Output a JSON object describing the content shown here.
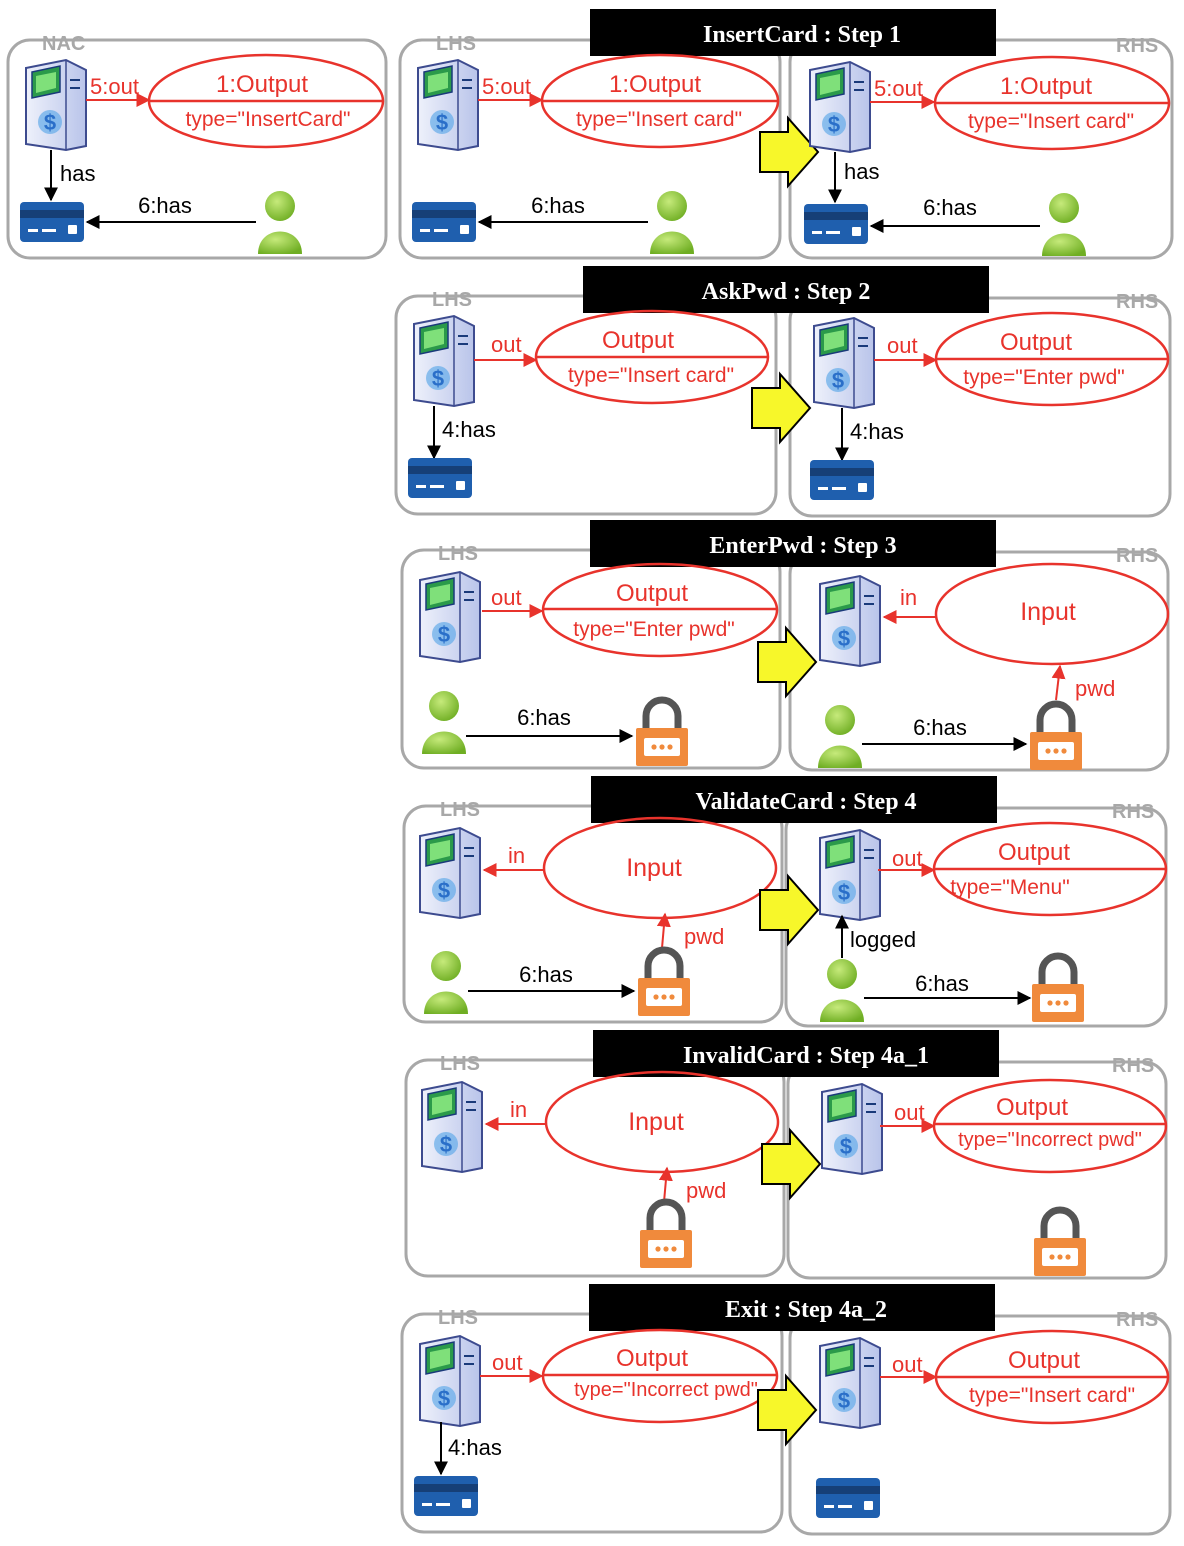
{
  "nac": {
    "label": "NAC",
    "out_label": "5:out",
    "output_name": "1:Output",
    "output_type": "type=\"InsertCard\"",
    "has_label": "has",
    "person_has_label": "6:has"
  },
  "rules": [
    {
      "title": "InsertCard : Step 1",
      "lhs_label": "LHS",
      "rhs_label": "RHS",
      "lhs": {
        "out": "5:out",
        "name": "1:Output",
        "type": "type=\"Insert card\"",
        "person_has": "6:has"
      },
      "rhs": {
        "out": "5:out",
        "name": "1:Output",
        "type": "type=\"Insert card\"",
        "has": "has",
        "person_has": "6:has"
      }
    },
    {
      "title": "AskPwd : Step 2",
      "lhs_label": "LHS",
      "rhs_label": "RHS",
      "lhs": {
        "out": "out",
        "name": "Output",
        "type": "type=\"Insert card\"",
        "has": "4:has"
      },
      "rhs": {
        "out": "out",
        "name": "Output",
        "type": "type=\"Enter pwd\"",
        "has": "4:has"
      }
    },
    {
      "title": "EnterPwd : Step 3",
      "lhs_label": "LHS",
      "rhs_label": "RHS",
      "lhs": {
        "out": "out",
        "name": "Output",
        "type": "type=\"Enter pwd\"",
        "person_has": "6:has"
      },
      "rhs": {
        "in": "in",
        "name": "Input",
        "pwd": "pwd",
        "person_has": "6:has"
      }
    },
    {
      "title": "ValidateCard : Step 4",
      "lhs_label": "LHS",
      "rhs_label": "RHS",
      "lhs": {
        "in": "in",
        "name": "Input",
        "pwd": "pwd",
        "person_has": "6:has"
      },
      "rhs": {
        "out": "out",
        "name": "Output",
        "type": "type=\"Menu\"",
        "logged": "logged",
        "person_has": "6:has"
      }
    },
    {
      "title": "InvalidCard : Step 4a_1",
      "lhs_label": "LHS",
      "rhs_label": "RHS",
      "lhs": {
        "in": "in",
        "name": "Input",
        "pwd": "pwd"
      },
      "rhs": {
        "out": "out",
        "name": "Output",
        "type": "type=\"Incorrect pwd\""
      }
    },
    {
      "title": "Exit : Step 4a_2",
      "lhs_label": "LHS",
      "rhs_label": "RHS",
      "lhs": {
        "out": "out",
        "name": "Output",
        "type": "type=\"Incorrect pwd\"",
        "has": "4:has"
      },
      "rhs": {
        "out": "out",
        "name": "Output",
        "type": "type=\"Insert card\""
      }
    }
  ],
  "colors": {
    "red": "#e8332c",
    "frame": "#a8a8a8",
    "banner": "#000000",
    "arrow_fill": "#f7f72a",
    "card_blue": "#1f5fae",
    "lock_orange": "#f08a3c",
    "lock_shackle": "#555555",
    "person_green": "#8cc63e",
    "atm_body": "#c9d3ef"
  },
  "icons": [
    "atm-icon",
    "credit-card-icon",
    "person-icon",
    "padlock-icon",
    "transform-arrow-icon"
  ]
}
